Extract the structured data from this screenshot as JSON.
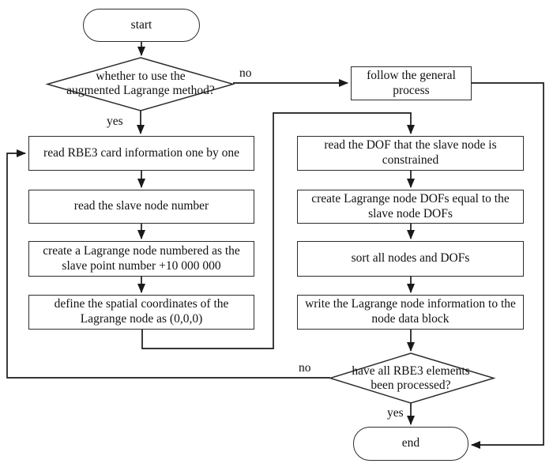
{
  "diagram": {
    "type": "flowchart",
    "nodes": {
      "start": "start",
      "decision1": "whether to use the\naugmented Lagrange method?",
      "general": "follow the general\nprocess",
      "l1": "read RBE3 card information one by one",
      "l2": "read the slave node number",
      "l3": "create a Lagrange node numbered as the\nslave point number +10 000 000",
      "l4": "define the spatial coordinates of the\nLagrange node as (0,0,0)",
      "r1": "read the DOF that the slave node is\nconstrained",
      "r2": "create Lagrange node DOFs equal to the\nslave node DOFs",
      "r3": "sort all nodes and DOFs",
      "r4": "write the Lagrange node information to the\nnode data block",
      "decision2": "have all RBE3 elements\nbeen processed?",
      "end": "end"
    },
    "edge_labels": {
      "no1": "no",
      "yes1": "yes",
      "no2": "no",
      "yes2": "yes"
    },
    "colors": {
      "line": "#1a1a1a",
      "background": "#ffffff",
      "text": "#111111"
    }
  }
}
